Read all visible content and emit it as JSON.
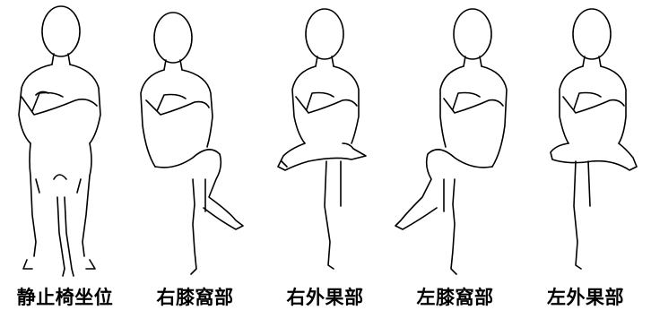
{
  "figures": [
    {
      "label": "静止椅坐位",
      "pose": "static-sitting"
    },
    {
      "label": "右膝窩部",
      "pose": "right-popliteal"
    },
    {
      "label": "右外果部",
      "pose": "right-lateral-malleolus"
    },
    {
      "label": "左膝窩部",
      "pose": "left-popliteal"
    },
    {
      "label": "左外果部",
      "pose": "left-lateral-malleolus"
    }
  ]
}
